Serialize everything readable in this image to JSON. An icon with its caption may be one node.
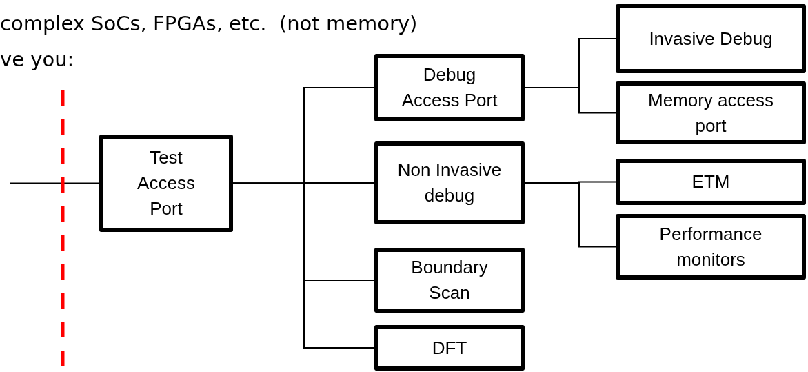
{
  "diagram": {
    "nodes": [
      {
        "text": [
          "Test Access Port"
        ]
      },
      {
        "text": [
          "Debug Access Port"
        ]
      },
      {
        "text": [
          "Non Invasive debug"
        ]
      },
      {
        "text": [
          "Boundary Scan"
        ]
      },
      {
        "text": [
          "DFT"
        ]
      },
      {
        "text": [
          "Invasive Debug"
        ]
      },
      {
        "text": [
          "Memory access port"
        ]
      },
      {
        "text": [
          "ETM"
        ]
      },
      {
        "text": [
          "Performance monitors"
        ]
      }
    ],
    "edges": [
      {
        "from": null,
        "to": 0,
        "arrow": "none"
      },
      {
        "from": 0,
        "to": 1,
        "arrow": "none"
      },
      {
        "from": 0,
        "to": 2,
        "arrow": "none"
      },
      {
        "from": 0,
        "to": 3,
        "arrow": "none"
      },
      {
        "from": 0,
        "to": 4,
        "arrow": "none"
      },
      {
        "from": 1,
        "to": 5,
        "arrow": "none"
      },
      {
        "from": 1,
        "to": 6,
        "arrow": "none"
      },
      {
        "from": 2,
        "to": 7,
        "arrow": "none"
      },
      {
        "from": 2,
        "to": 8,
        "arrow": "none"
      }
    ],
    "labels": [
      "complex SoCs, FPGAs, etc.  (not memory)",
      "ve you:"
    ]
  }
}
